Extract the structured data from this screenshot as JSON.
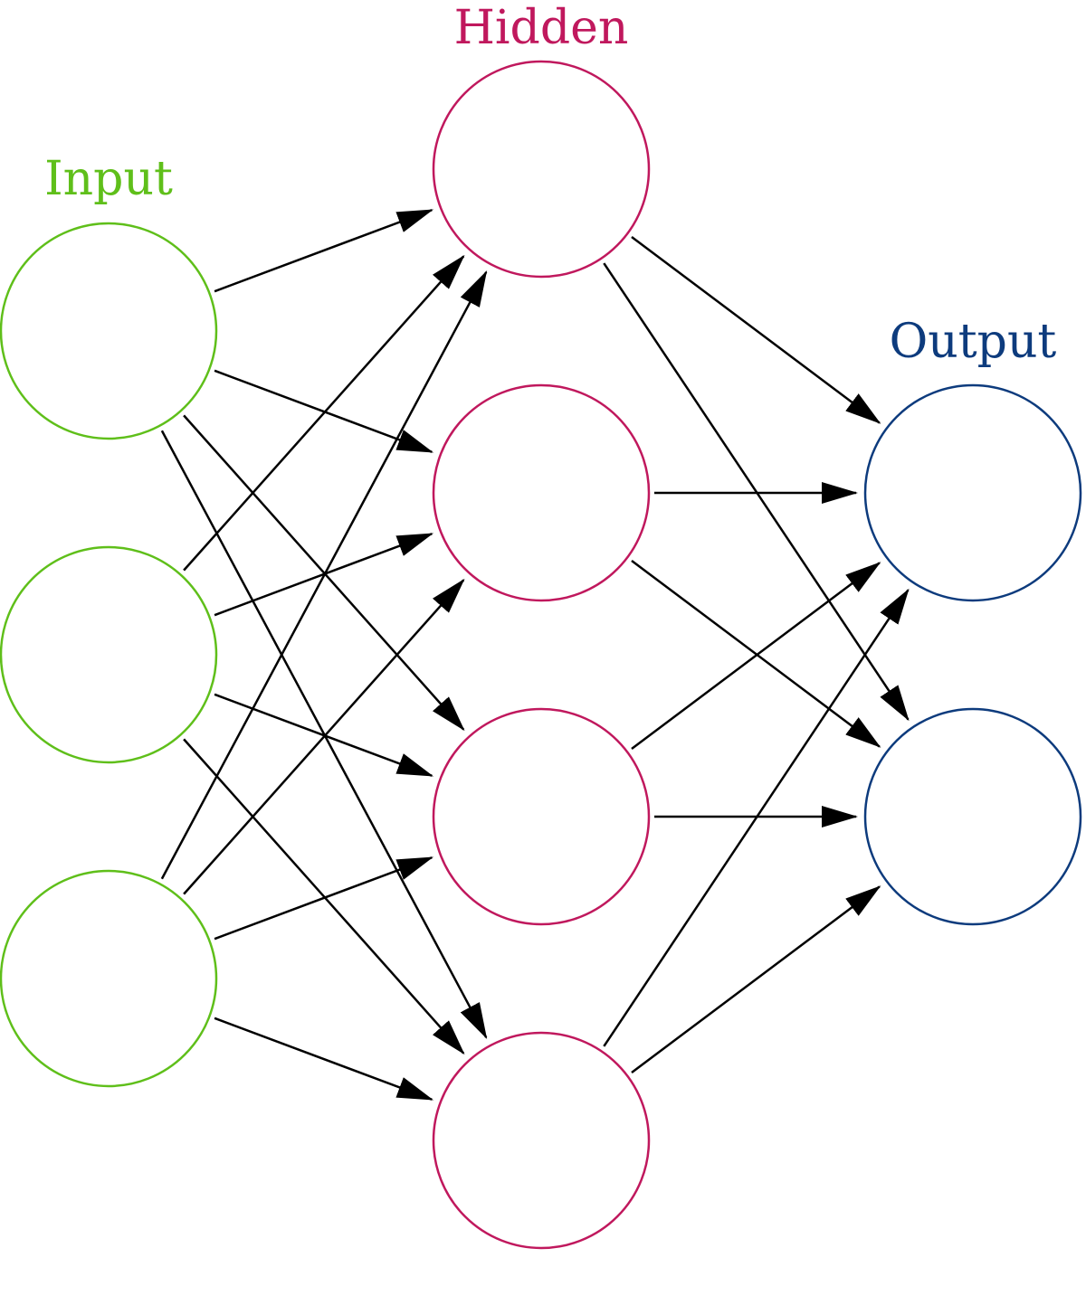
{
  "diagram": {
    "layers": [
      {
        "id": "input",
        "label": "Input",
        "color": "#5fbf1a",
        "node_count": 3
      },
      {
        "id": "hidden",
        "label": "Hidden",
        "color": "#c0185d",
        "node_count": 4
      },
      {
        "id": "output",
        "label": "Output",
        "color": "#0d3b7d",
        "node_count": 2
      }
    ],
    "connections": [
      {
        "from": "input",
        "to": "hidden",
        "pattern": "fully-connected"
      },
      {
        "from": "hidden",
        "to": "output",
        "pattern": "fully-connected"
      }
    ],
    "edge_color": "#000000"
  }
}
